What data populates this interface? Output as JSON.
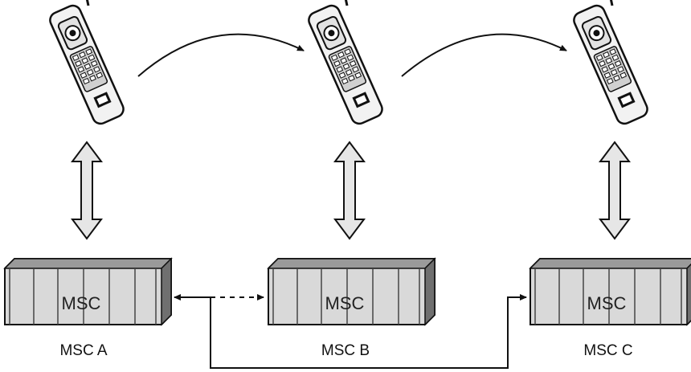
{
  "msc_units": [
    {
      "id": "a",
      "box_text": "MSC",
      "caption": "MSC A"
    },
    {
      "id": "b",
      "box_text": "MSC",
      "caption": "MSC B"
    },
    {
      "id": "c",
      "box_text": "MSC",
      "caption": "MSC C"
    }
  ],
  "phones": [
    {
      "id": "1",
      "icon": "mobile-phone-icon"
    },
    {
      "id": "2",
      "icon": "mobile-phone-icon"
    },
    {
      "id": "3",
      "icon": "mobile-phone-icon"
    }
  ],
  "colors": {
    "cabinet_fill": "#d9d9d9",
    "cabinet_top": "#9a9a9a",
    "cabinet_side": "#6f6f6f",
    "arrow_fill": "#e6e6e6",
    "stroke": "#111111"
  }
}
